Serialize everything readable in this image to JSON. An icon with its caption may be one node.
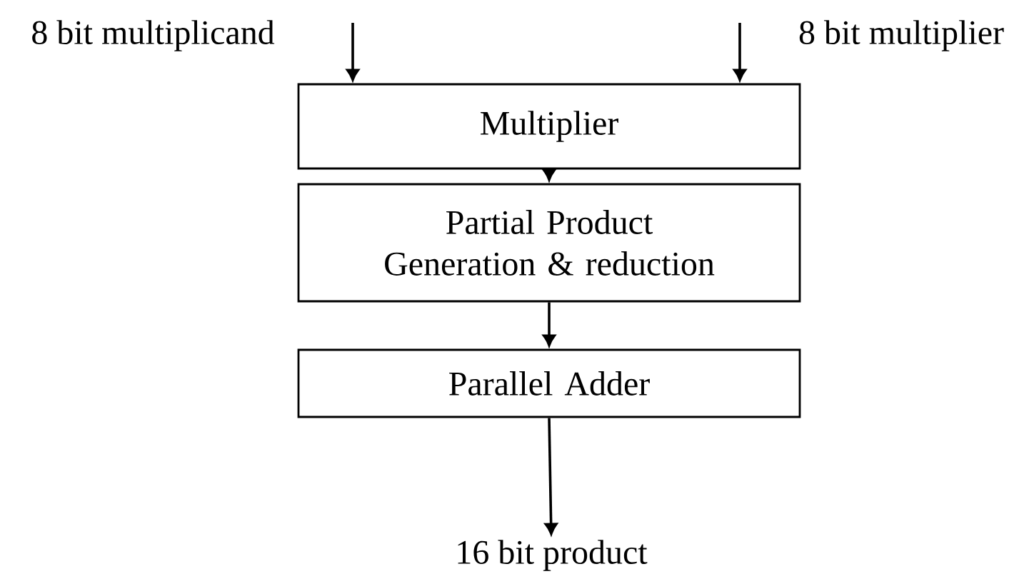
{
  "diagram": {
    "nodes": [
      {
        "text": [
          "Multiplier"
        ]
      },
      {
        "text": [
          "Partial Product Generation & reduction"
        ]
      },
      {
        "text": [
          "Parallel Adder"
        ]
      },
      {
        "text": [
          "16 bit product"
        ]
      }
    ],
    "edges": [
      {
        "from": null,
        "to": 0,
        "arrow": "to"
      },
      {
        "from": null,
        "to": 0,
        "arrow": "to"
      },
      {
        "from": 0,
        "to": 1,
        "arrow": "to"
      },
      {
        "from": 1,
        "to": 2,
        "arrow": "to"
      },
      {
        "from": 2,
        "to": 3,
        "arrow": "to"
      }
    ],
    "labels": [
      "8 bit multiplicand",
      "8 bit multiplier"
    ]
  }
}
